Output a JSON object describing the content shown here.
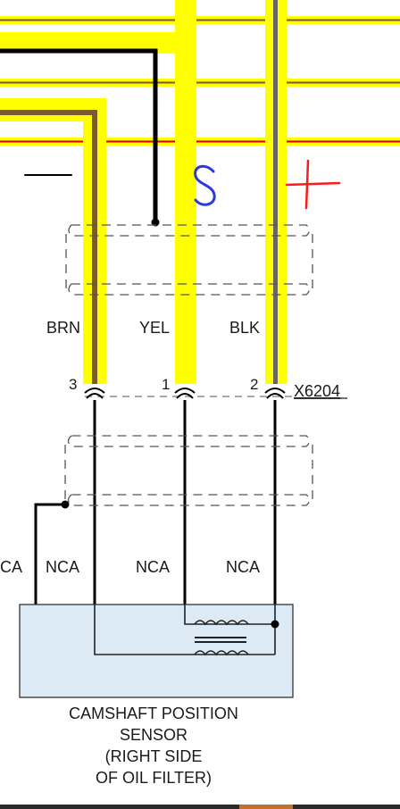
{
  "wires": [
    {
      "color_label": "BRN",
      "pin": "3",
      "fill": "#ffff00",
      "stripe": "#7a5a2e"
    },
    {
      "color_label": "YEL",
      "pin": "1",
      "fill": "#ffff00",
      "stripe": "#ffff00"
    },
    {
      "color_label": "BLK",
      "pin": "2",
      "fill": "#ffff00",
      "stripe": "#666666"
    }
  ],
  "connector": {
    "id": "X6204"
  },
  "nca_labels": [
    "CA",
    "NCA",
    "NCA",
    "NCA"
  ],
  "component": {
    "line1": "CAMSHAFT POSITION",
    "line2": "SENSOR",
    "line3": "(RIGHT SIDE",
    "line4": "OF OIL FILTER)",
    "fill": "#dbeaf4"
  },
  "annotations": {
    "signal": "S",
    "positive": "+",
    "negative": "—"
  },
  "colors": {
    "highlight": "#ffff00",
    "red_bus": "#d40000",
    "brown_bus": "#7a5a2e",
    "handwriting_blue": "#2b3ad8",
    "handwriting_red": "#ff1a1a"
  }
}
